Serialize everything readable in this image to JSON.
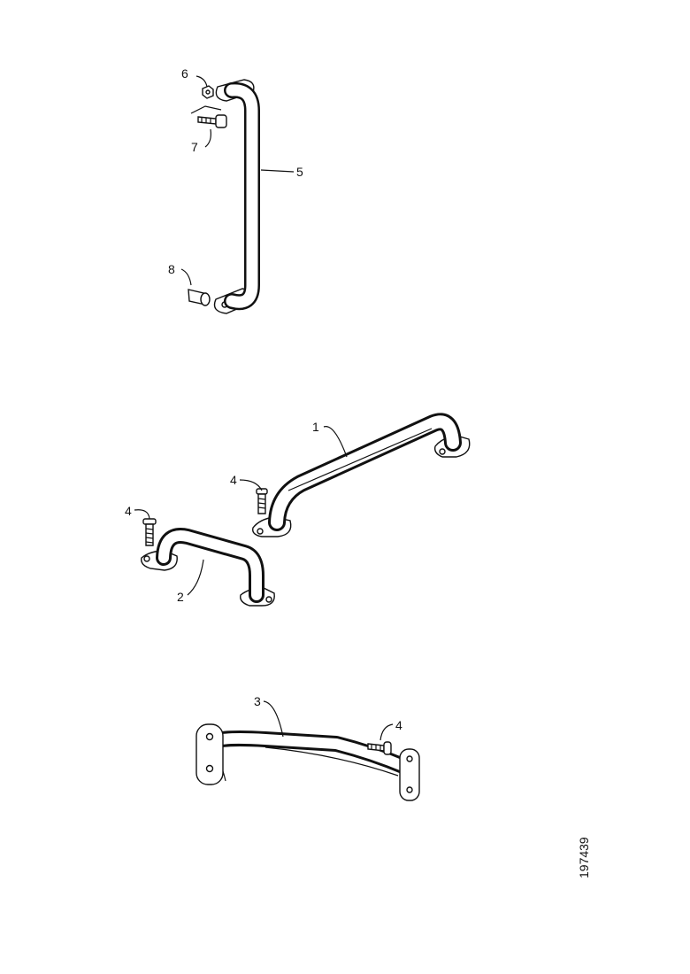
{
  "callouts": {
    "c6": "6",
    "c7": "7",
    "c5": "5",
    "c8": "8",
    "c1": "1",
    "c4a": "4",
    "c4b": "4",
    "c2": "2",
    "c3": "3",
    "c4c": "4"
  },
  "reference_number": "197439"
}
